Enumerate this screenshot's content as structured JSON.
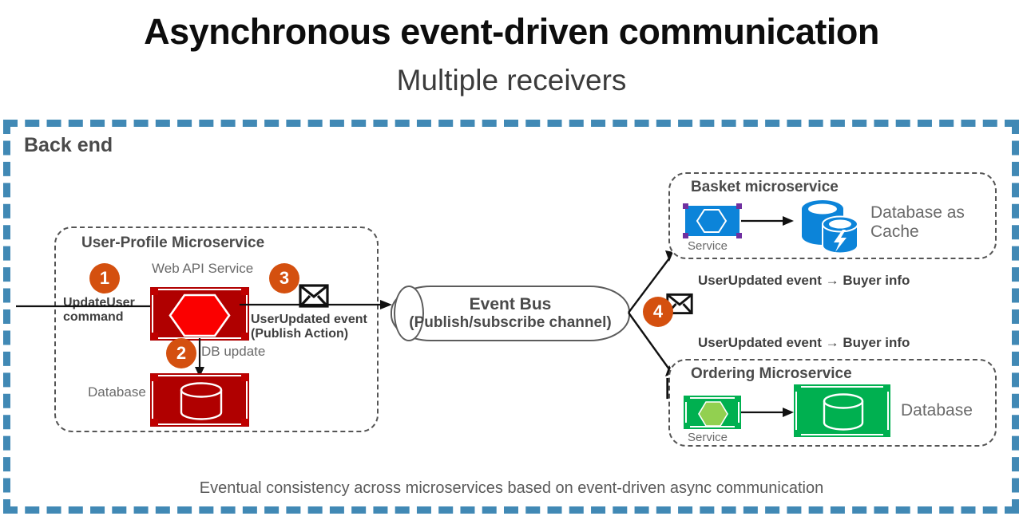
{
  "header": {
    "title": "Asynchronous event-driven communication",
    "subtitle": "Multiple receivers"
  },
  "backend": {
    "label": "Back end",
    "footer_note": "Eventual consistency across microservices based on event-driven async communication",
    "border_color": "#4189b5"
  },
  "colors": {
    "accent_orange": "#d4500f",
    "red": "#b00000",
    "red_hex": "#fb0000",
    "blue": "#0c84d9",
    "purple": "#7030a0",
    "green": "#00b050",
    "green_hex": "#92d050",
    "grey_text": "#4a4a4a"
  },
  "user_profile": {
    "title": "User-Profile Microservice",
    "web_api_caption": "Web API Service",
    "database_caption": "Database",
    "db_update_caption": "DB update",
    "incoming_command_line1": "UpdateUser",
    "incoming_command_line2": "command",
    "publish_line1": "UserUpdated event",
    "publish_line2": "(Publish Action)",
    "step1": "1",
    "step2": "2",
    "step3": "3",
    "envelope_icon": "envelope-icon"
  },
  "event_bus": {
    "line1": "Event Bus",
    "line2": "(Publish/subscribe channel)",
    "step4": "4"
  },
  "subscribers": [
    {
      "id": "basket",
      "title": "Basket microservice",
      "service_caption": "Service",
      "store_caption_line1": "Database as",
      "store_caption_line2": "Cache",
      "store_icon": "database-cache-icon",
      "event_label": "UserUpdated event → Buyer info",
      "envelope_icon": "envelope-icon"
    },
    {
      "id": "ordering",
      "title": "Ordering Microservice",
      "service_caption": "Service",
      "store_caption_line1": "Database",
      "store_caption_line2": "",
      "store_icon": "database-icon",
      "event_label": "UserUpdated event → Buyer info",
      "envelope_icon": "envelope-icon"
    }
  ]
}
